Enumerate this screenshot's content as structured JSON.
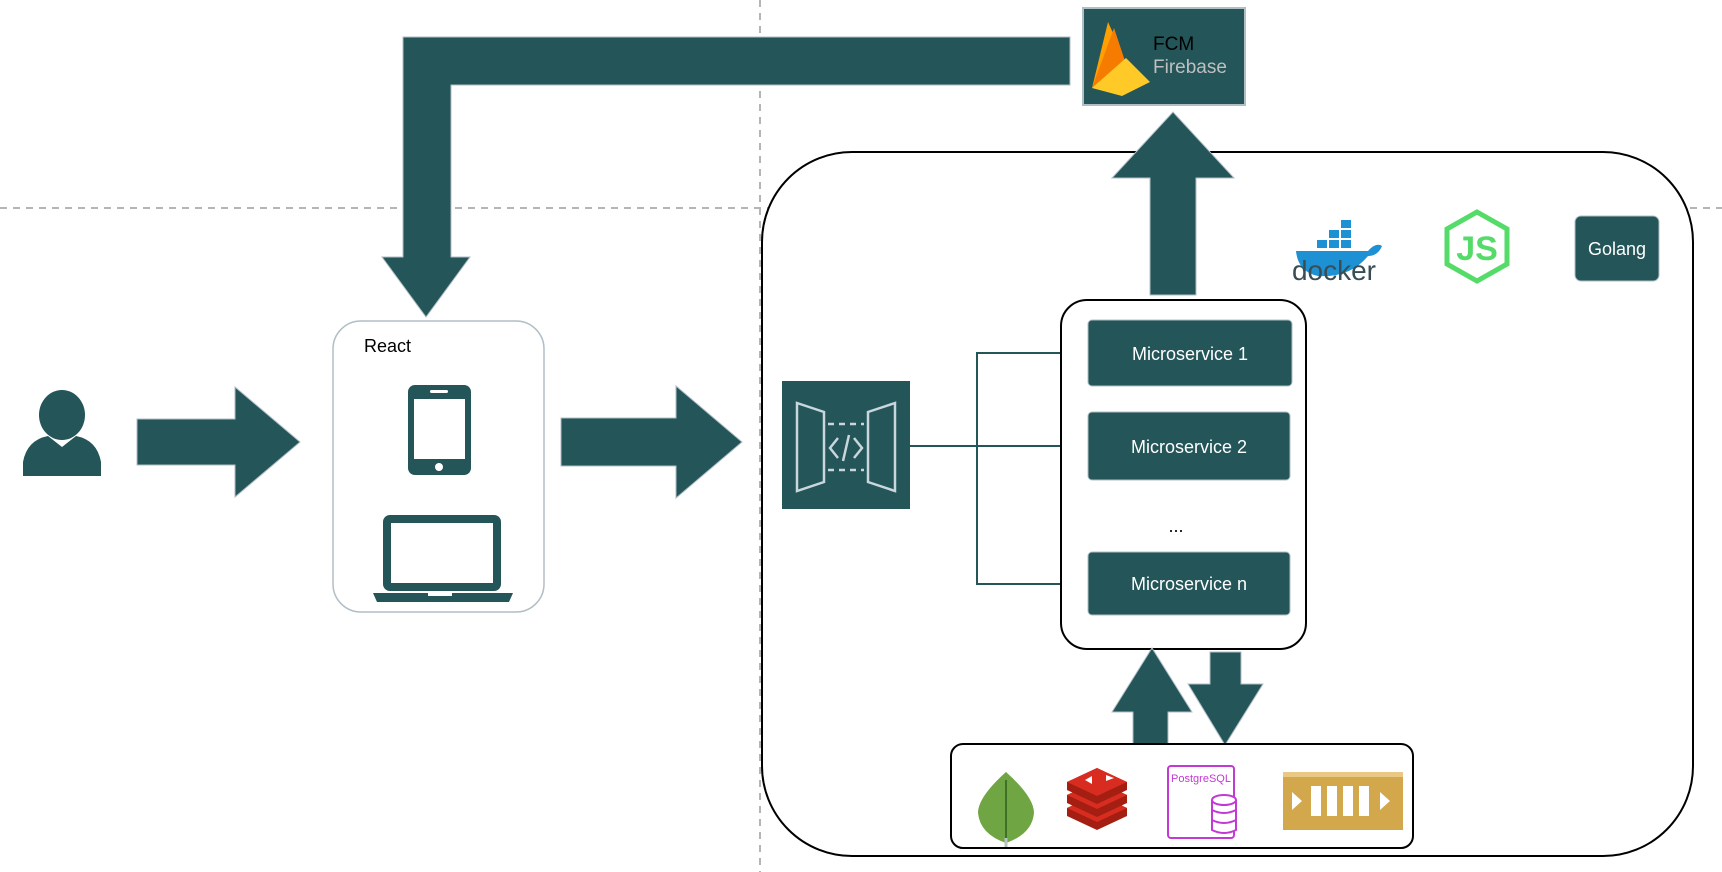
{
  "colors": {
    "primary": "#235559",
    "border": "#000000",
    "light_border": "#b0bec5",
    "grid": "#b5b5b5",
    "mongodb": "#6fa543",
    "redis": "#c62d25",
    "postgres": "#c239d4",
    "queue": "#d3a74b",
    "docker": "#1d91d3",
    "nodejs": "#54db68",
    "firebase_text": "#bfbfbf"
  },
  "client": {
    "title": "React",
    "user_icon": "user-icon",
    "devices": [
      "tablet-icon",
      "laptop-icon"
    ]
  },
  "gateway": {
    "icon": "api-gateway-icon"
  },
  "notification": {
    "title": "FCM",
    "subtitle": "Firebase",
    "icon": "firebase-icon"
  },
  "services": {
    "items": [
      "Microservice 1",
      "Microservice 2",
      "Microservice n"
    ],
    "ellipsis": "..."
  },
  "tech_stack": {
    "docker_label": "docker",
    "nodejs_label": "JS",
    "golang_label": "Golang"
  },
  "storage": {
    "postgres_label": "PostgreSQL",
    "items": [
      "mongodb-icon",
      "redis-icon",
      "postgresql-icon",
      "message-queue-icon"
    ]
  }
}
